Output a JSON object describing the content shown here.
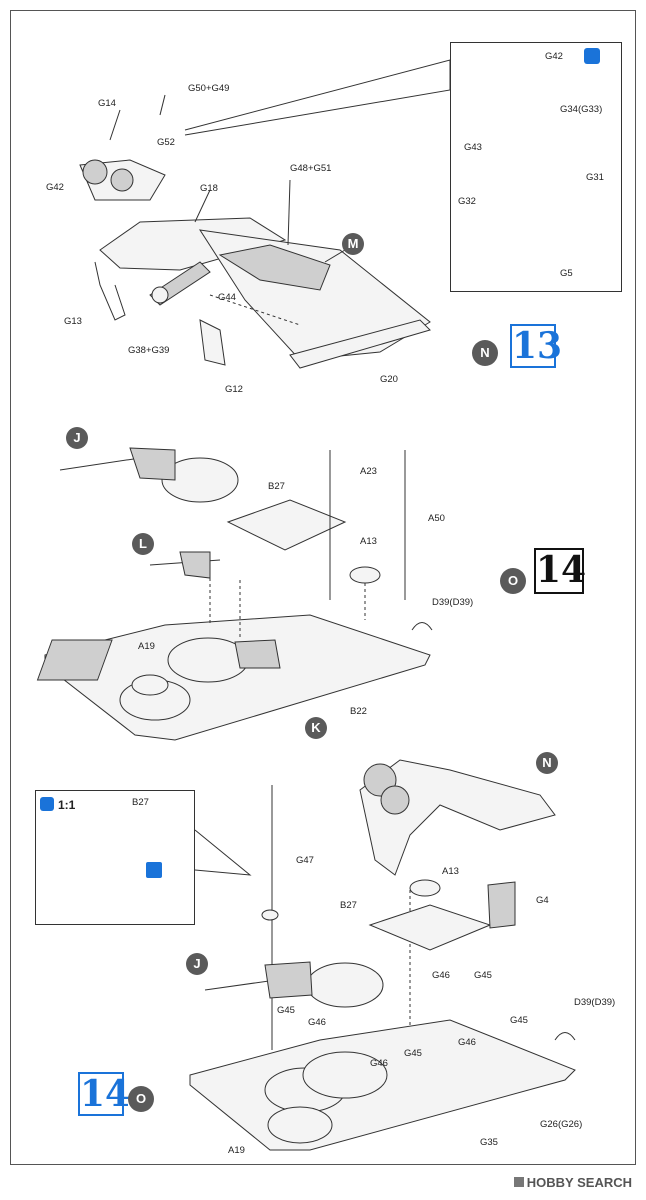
{
  "step13": {
    "number": "13",
    "marker": "N",
    "sub_marker": "M",
    "parts": [
      "G14",
      "G50+G49",
      "G52",
      "G42",
      "G18",
      "G48+G51",
      "G13",
      "G38+G39",
      "G44",
      "G12",
      "G20"
    ],
    "detail_parts": [
      "G42",
      "G34(G33)",
      "G43",
      "G31",
      "G32",
      "G5"
    ]
  },
  "step14a": {
    "number": "14",
    "marker": "O",
    "sub_markers": [
      "J",
      "L",
      "K"
    ],
    "parts": [
      "B27",
      "A23",
      "A50",
      "A13",
      "D39(D39)",
      "A19",
      "B22"
    ]
  },
  "step14b": {
    "number": "14",
    "marker": "O",
    "sub_markers": [
      "N",
      "J"
    ],
    "scale_label": "1:1",
    "detail_parts": [
      "B27"
    ],
    "parts": [
      "G47",
      "A13",
      "B27",
      "G4",
      "G46",
      "G45",
      "G45",
      "G46",
      "G45",
      "D39(D39)",
      "G46",
      "G45",
      "G46",
      "A19",
      "G35",
      "G26(G26)"
    ]
  },
  "watermark": "HOBBY SEARCH",
  "colors": {
    "step_blue": "#1a73d9",
    "marker_gray": "#5a5a5a"
  },
  "icons": {
    "glue": "glue-icon",
    "paint": "paint-icon"
  }
}
